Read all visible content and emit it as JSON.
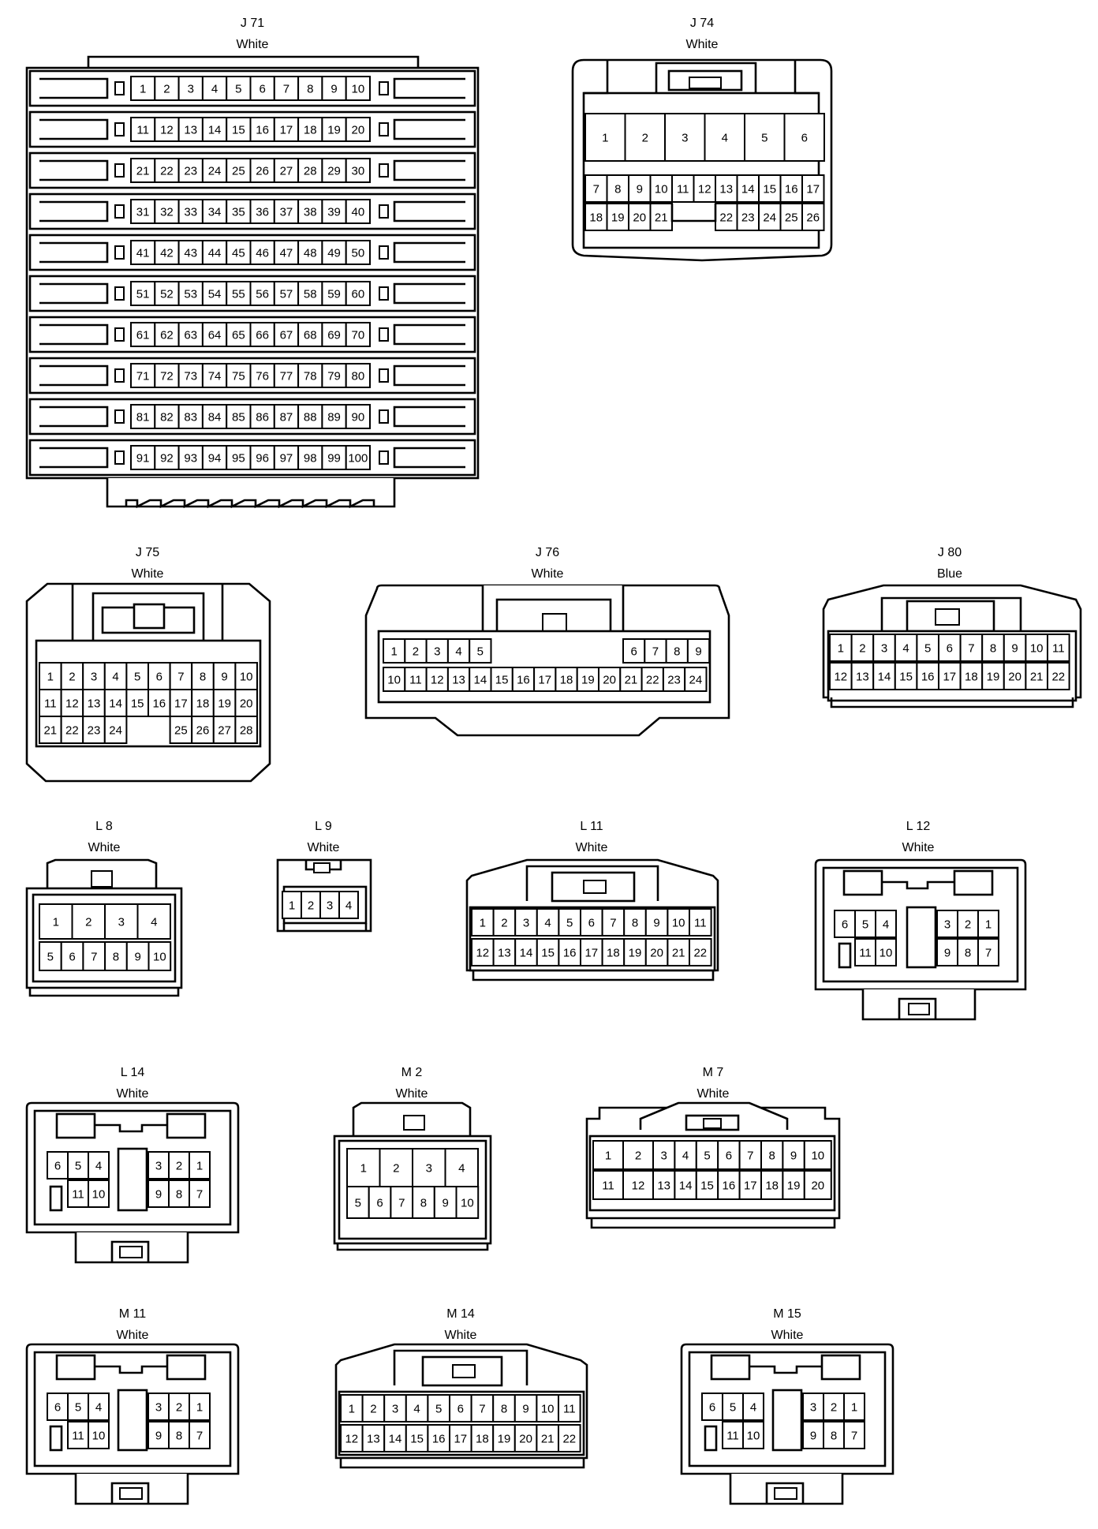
{
  "connectors": {
    "J71": {
      "id": "J 71",
      "color": "White"
    },
    "J74": {
      "id": "J 74",
      "color": "White"
    },
    "J75": {
      "id": "J 75",
      "color": "White"
    },
    "J76": {
      "id": "J 76",
      "color": "White"
    },
    "J80": {
      "id": "J 80",
      "color": "Blue"
    },
    "L8": {
      "id": "L 8",
      "color": "White"
    },
    "L9": {
      "id": "L 9",
      "color": "White"
    },
    "L11": {
      "id": "L 11",
      "color": "White"
    },
    "L12": {
      "id": "L 12",
      "color": "White"
    },
    "L14": {
      "id": "L 14",
      "color": "White"
    },
    "M2": {
      "id": "M 2",
      "color": "White"
    },
    "M7": {
      "id": "M 7",
      "color": "White"
    },
    "M11": {
      "id": "M 11",
      "color": "White"
    },
    "M14": {
      "id": "M 14",
      "color": "White"
    },
    "M15": {
      "id": "M 15",
      "color": "White"
    }
  },
  "pins": {
    "J71": [
      "1",
      "2",
      "3",
      "4",
      "5",
      "6",
      "7",
      "8",
      "9",
      "10",
      "11",
      "12",
      "13",
      "14",
      "15",
      "16",
      "17",
      "18",
      "19",
      "20",
      "21",
      "22",
      "23",
      "24",
      "25",
      "26",
      "27",
      "28",
      "29",
      "30",
      "31",
      "32",
      "33",
      "34",
      "35",
      "36",
      "37",
      "38",
      "39",
      "40",
      "41",
      "42",
      "43",
      "44",
      "45",
      "46",
      "47",
      "48",
      "49",
      "50",
      "51",
      "52",
      "53",
      "54",
      "55",
      "56",
      "57",
      "58",
      "59",
      "60",
      "61",
      "62",
      "63",
      "64",
      "65",
      "66",
      "67",
      "68",
      "69",
      "70",
      "71",
      "72",
      "73",
      "74",
      "75",
      "76",
      "77",
      "78",
      "79",
      "80",
      "81",
      "82",
      "83",
      "84",
      "85",
      "86",
      "87",
      "88",
      "89",
      "90",
      "91",
      "92",
      "93",
      "94",
      "95",
      "96",
      "97",
      "98",
      "99",
      "100"
    ],
    "J74": [
      "1",
      "2",
      "3",
      "4",
      "5",
      "6",
      "7",
      "8",
      "9",
      "10",
      "11",
      "12",
      "13",
      "14",
      "15",
      "16",
      "17",
      "18",
      "19",
      "20",
      "21",
      "22",
      "23",
      "24",
      "25",
      "26"
    ],
    "J75": [
      "1",
      "2",
      "3",
      "4",
      "5",
      "6",
      "7",
      "8",
      "9",
      "10",
      "11",
      "12",
      "13",
      "14",
      "15",
      "16",
      "17",
      "18",
      "19",
      "20",
      "21",
      "22",
      "23",
      "24",
      "25",
      "26",
      "27",
      "28"
    ],
    "J76": [
      "1",
      "2",
      "3",
      "4",
      "5",
      "6",
      "7",
      "8",
      "9",
      "10",
      "11",
      "12",
      "13",
      "14",
      "15",
      "16",
      "17",
      "18",
      "19",
      "20",
      "21",
      "22",
      "23",
      "24"
    ],
    "J80": [
      "1",
      "2",
      "3",
      "4",
      "5",
      "6",
      "7",
      "8",
      "9",
      "10",
      "11",
      "12",
      "13",
      "14",
      "15",
      "16",
      "17",
      "18",
      "19",
      "20",
      "21",
      "22"
    ],
    "L8": [
      "1",
      "2",
      "3",
      "4",
      "5",
      "6",
      "7",
      "8",
      "9",
      "10"
    ],
    "L9": [
      "1",
      "2",
      "3",
      "4"
    ],
    "L11": [
      "1",
      "2",
      "3",
      "4",
      "5",
      "6",
      "7",
      "8",
      "9",
      "10",
      "11",
      "12",
      "13",
      "14",
      "15",
      "16",
      "17",
      "18",
      "19",
      "20",
      "21",
      "22"
    ],
    "L12": [
      "6",
      "5",
      "4",
      "3",
      "2",
      "1",
      "11",
      "10",
      "9",
      "8",
      "7"
    ],
    "L14": [
      "6",
      "5",
      "4",
      "3",
      "2",
      "1",
      "11",
      "10",
      "9",
      "8",
      "7"
    ],
    "M2": [
      "1",
      "2",
      "3",
      "4",
      "5",
      "6",
      "7",
      "8",
      "9",
      "10"
    ],
    "M7": [
      "1",
      "2",
      "3",
      "4",
      "5",
      "6",
      "7",
      "8",
      "9",
      "10",
      "11",
      "12",
      "13",
      "14",
      "15",
      "16",
      "17",
      "18",
      "19",
      "20"
    ],
    "M11": [
      "6",
      "5",
      "4",
      "3",
      "2",
      "1",
      "11",
      "10",
      "9",
      "8",
      "7"
    ],
    "M14": [
      "1",
      "2",
      "3",
      "4",
      "5",
      "6",
      "7",
      "8",
      "9",
      "10",
      "11",
      "12",
      "13",
      "14",
      "15",
      "16",
      "17",
      "18",
      "19",
      "20",
      "21",
      "22"
    ],
    "M15": [
      "6",
      "5",
      "4",
      "3",
      "2",
      "1",
      "11",
      "10",
      "9",
      "8",
      "7"
    ]
  }
}
